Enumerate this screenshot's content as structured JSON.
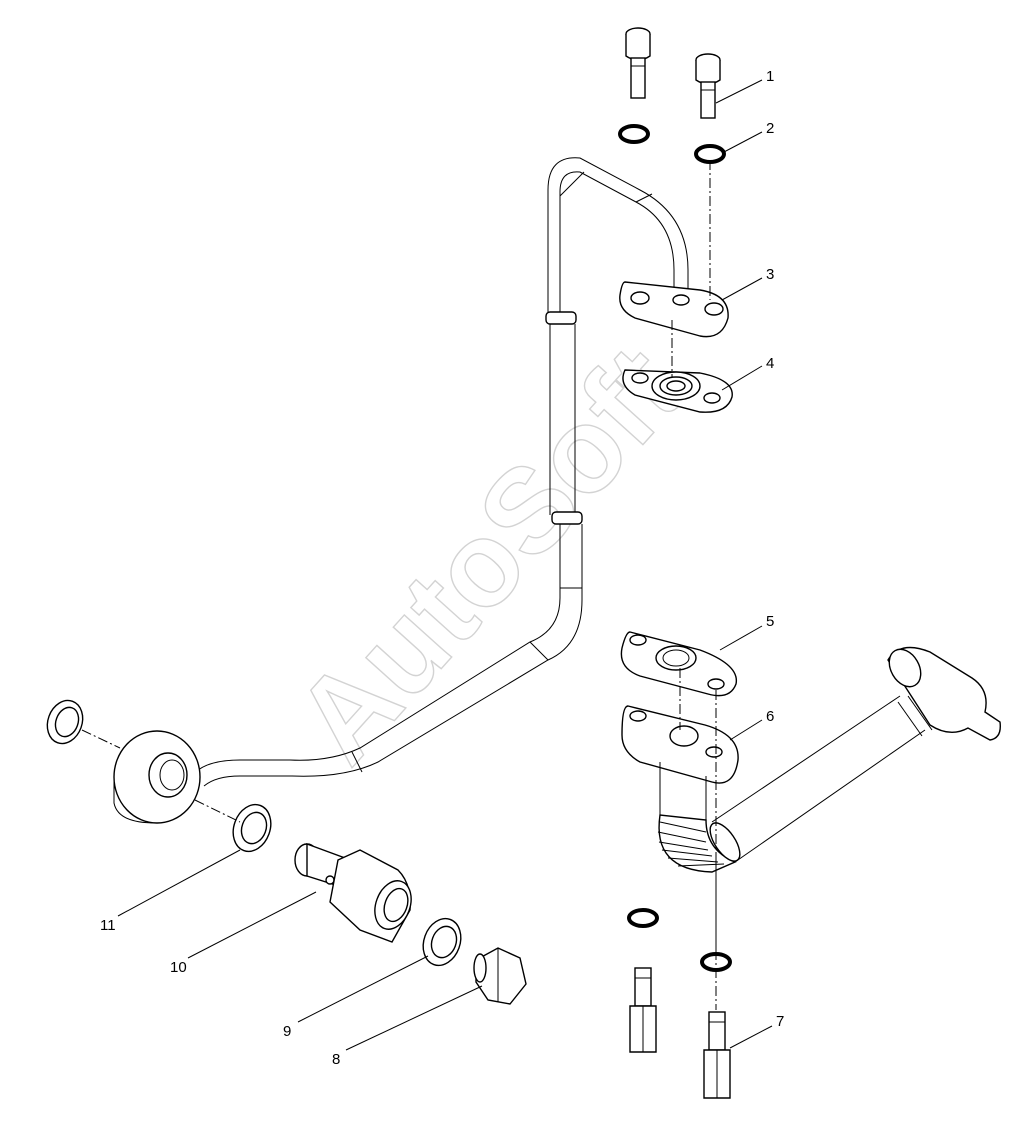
{
  "watermark": "AutoSoft",
  "callouts": [
    {
      "id": "1",
      "label": "1"
    },
    {
      "id": "2",
      "label": "2"
    },
    {
      "id": "3",
      "label": "3"
    },
    {
      "id": "4",
      "label": "4"
    },
    {
      "id": "5",
      "label": "5"
    },
    {
      "id": "6",
      "label": "6"
    },
    {
      "id": "7",
      "label": "7"
    },
    {
      "id": "8",
      "label": "8"
    },
    {
      "id": "9",
      "label": "9"
    },
    {
      "id": "10",
      "label": "10"
    },
    {
      "id": "11",
      "label": "11"
    }
  ],
  "colors": {
    "line": "#000000",
    "watermark": "#d3d3d3",
    "background": "#ffffff"
  }
}
